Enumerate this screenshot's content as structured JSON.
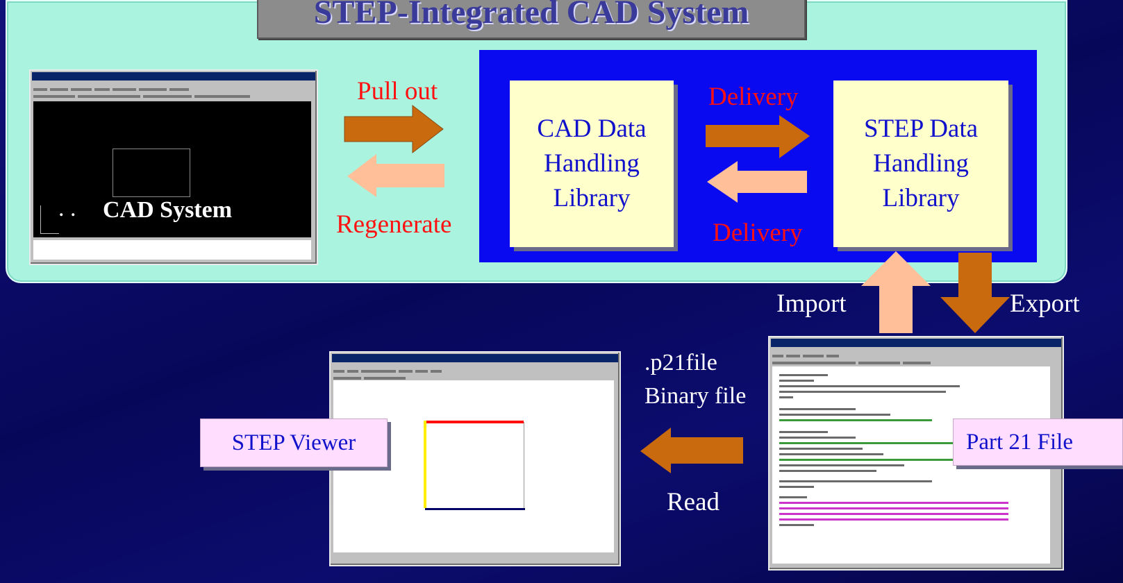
{
  "title": "STEP-Integrated CAD System",
  "cad_system": {
    "dots": ". .",
    "label": "CAD System"
  },
  "arrows_left": {
    "pull_out": "Pull out",
    "regenerate": "Regenerate"
  },
  "libraries": {
    "cad": "CAD Data\nHandling\nLibrary",
    "step": "STEP Data\nHandling\nLibrary"
  },
  "delivery_top": "Delivery",
  "delivery_bottom": "Delivery",
  "import_label": "Import",
  "export_label": "Export",
  "file_types": {
    "p21": ".p21file",
    "binary": "Binary file"
  },
  "read_label": "Read",
  "step_viewer": "STEP Viewer",
  "part21": "Part 21 File",
  "colors": {
    "cyan_panel": "#aaf3df",
    "blue_panel": "#0a0af0",
    "arrow_dark": "#c96a0e",
    "arrow_light": "#ffbf99",
    "label_red": "#ff1111",
    "lib_box": "#ffffcc",
    "pink_box": "#ffddff"
  },
  "icons": {
    "pull_out_arrow": "arrow-right-icon",
    "regenerate_arrow": "arrow-left-icon",
    "import_arrow": "arrow-up-icon",
    "export_arrow": "arrow-down-icon",
    "read_arrow": "arrow-left-icon"
  }
}
